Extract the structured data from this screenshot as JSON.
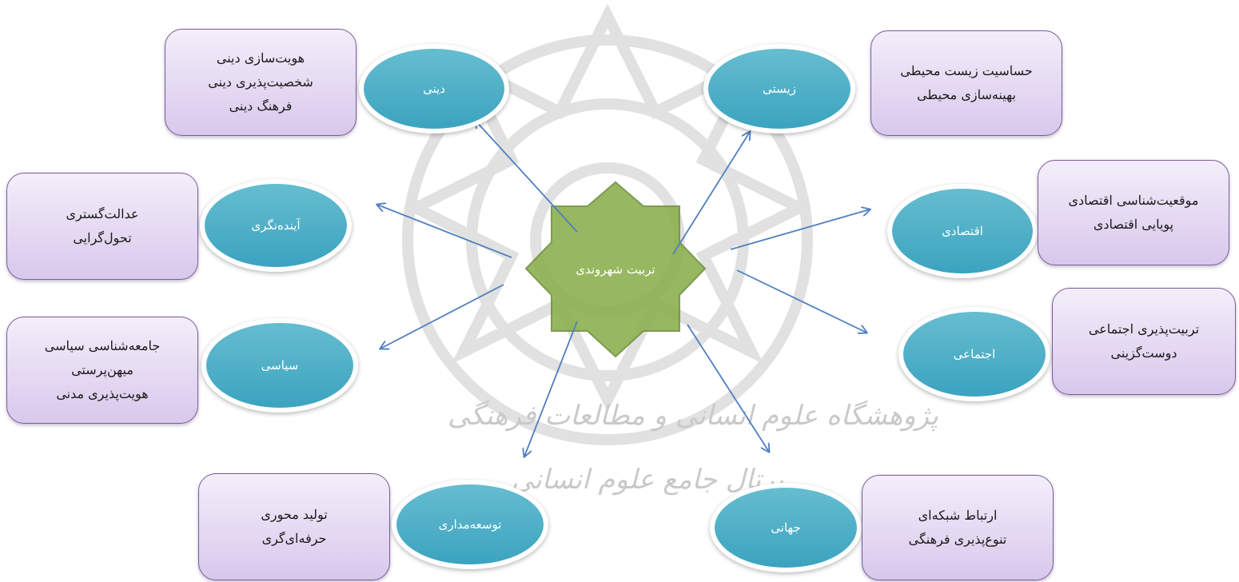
{
  "center": {
    "label": "تربیت شهروندی"
  },
  "watermark": {
    "line1": "پژوهشگاه علوم انسانی و مطالعات فرهنگی",
    "line2": "پرتال جامع علوم انسانی"
  },
  "branches": [
    {
      "key": "religious",
      "label": "دینی",
      "items": [
        "هویت‌سازی دینی",
        "شخصیت‌پذیری دینی",
        "فرهنگ دینی"
      ]
    },
    {
      "key": "environmental",
      "label": "زیستی",
      "items": [
        "حساسیت زیست محیطی",
        "بهینه‌سازی محیطی"
      ]
    },
    {
      "key": "futurism",
      "label": "آینده‌نگری",
      "items": [
        "عدالت‌گستری",
        "تحول‌گرایی"
      ]
    },
    {
      "key": "economic",
      "label": "اقتصادی",
      "items": [
        "موقعیت‌شناسی اقتصادی",
        "پویایی اقتصادی"
      ]
    },
    {
      "key": "political",
      "label": "سیاسی",
      "items": [
        "جامعه‌شناسی سیاسی",
        "میهن‌پرستی",
        "هویت‌پذیری مدنی"
      ]
    },
    {
      "key": "social",
      "label": "اجتماعی",
      "items": [
        "تربیت‌پذیری اجتماعی",
        "دوست‌گزینی"
      ]
    },
    {
      "key": "development",
      "label": "توسعه‌مداری",
      "items": [
        "تولید محوری",
        "حرفه‌ای‌گری"
      ]
    },
    {
      "key": "global",
      "label": "جهانی",
      "items": [
        "ارتباط شبکه‌ای",
        "تنوع‌پذیری فرهنگی"
      ]
    }
  ],
  "colors": {
    "box_border": "#7a5c9a",
    "ellipse": "#4aaac4",
    "star": "#8cb04f",
    "arrow": "#4f7fc0"
  }
}
